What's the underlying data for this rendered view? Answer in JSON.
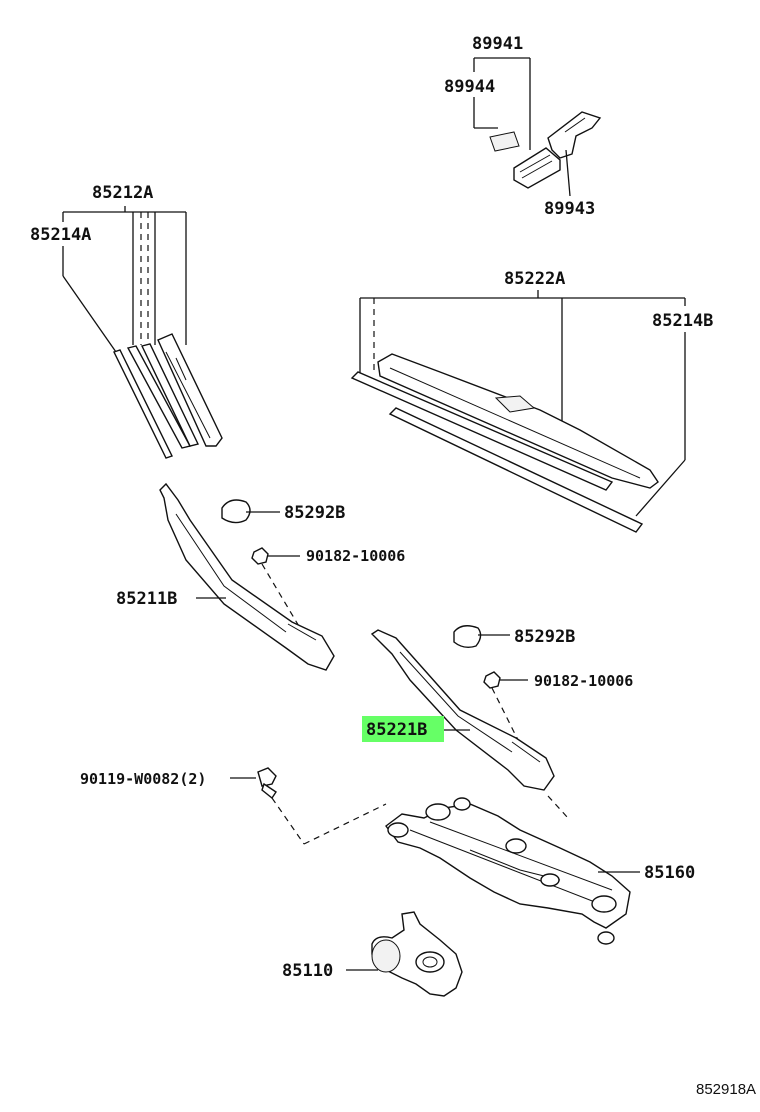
{
  "diagram": {
    "labels": {
      "p89941": "89941",
      "p89944": "89944",
      "p89943": "89943",
      "p85212A": "85212A",
      "p85214A": "85214A",
      "p85222A": "85222A",
      "p85214B": "85214B",
      "p85292B_1": "85292B",
      "p90182_1": "90182-10006",
      "p85211B": "85211B",
      "p85292B_2": "85292B",
      "p90182_2": "90182-10006",
      "p85221B": "85221B",
      "p90119": "90119-W0082(2)",
      "p85160": "85160",
      "p85110": "85110"
    },
    "highlight_color": "#66ff66",
    "ref_code": "852918A"
  }
}
